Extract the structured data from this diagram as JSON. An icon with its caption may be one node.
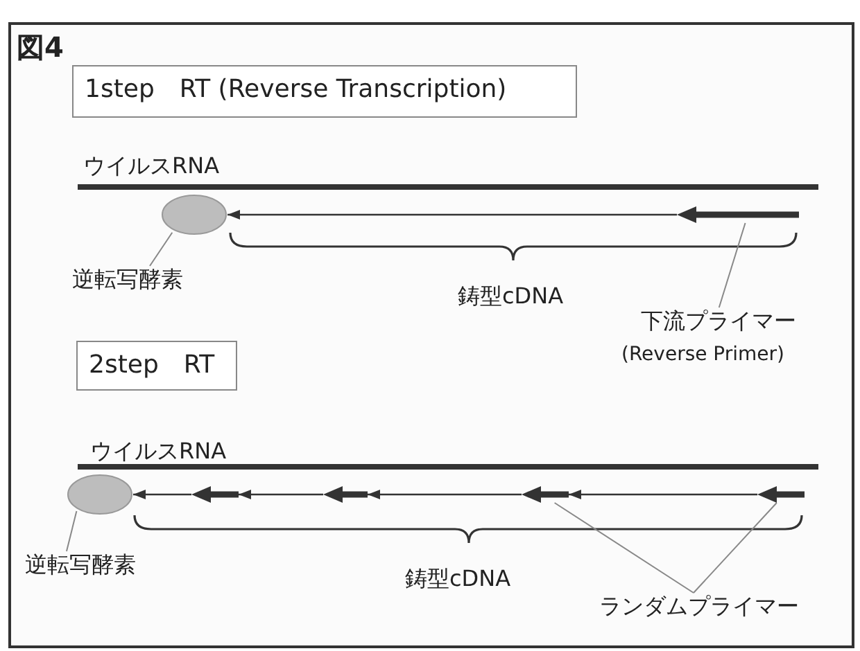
{
  "diagram": {
    "title": "図4",
    "nodes": [
      {
        "text": [
          "1step　RT (Reverse Transcription)"
        ]
      },
      {
        "text": [],
        "shape": "circle"
      },
      {
        "text": [
          "逆転写酵素"
        ]
      },
      {
        "text": [],
        "shape": "bar"
      },
      {
        "text": [
          "下流プライマー",
          "(Reverse Primer)"
        ]
      },
      {
        "text": [
          "2step　RT"
        ]
      },
      {
        "text": [],
        "shape": "circle"
      },
      {
        "text": [
          "逆転写酵素"
        ]
      },
      {
        "text": [],
        "shape": "bar"
      },
      {
        "text": [],
        "shape": "bar"
      },
      {
        "text": [],
        "shape": "bar"
      },
      {
        "text": [],
        "shape": "bar"
      },
      {
        "text": [
          "ランダムプライマー"
        ]
      }
    ],
    "edges": [
      {
        "from": 2,
        "to": 1,
        "arrow": "none"
      },
      {
        "from": 3,
        "to": 1,
        "arrow": "to"
      },
      {
        "from": 4,
        "to": 3,
        "arrow": "none"
      },
      {
        "from": 7,
        "to": 6,
        "arrow": "none"
      },
      {
        "from": 8,
        "to": 6,
        "arrow": "to"
      },
      {
        "from": 9,
        "to": 8,
        "arrow": "to"
      },
      {
        "from": 10,
        "to": 9,
        "arrow": "to"
      },
      {
        "from": 11,
        "to": 10,
        "arrow": "to"
      },
      {
        "from": 12,
        "to": 10,
        "arrow": "none"
      },
      {
        "from": 12,
        "to": 11,
        "arrow": "none"
      }
    ],
    "labels": [
      "ウイルスRNA",
      "鋳型cDNA",
      "ウイルスRNA",
      "鋳型cDNA"
    ]
  }
}
